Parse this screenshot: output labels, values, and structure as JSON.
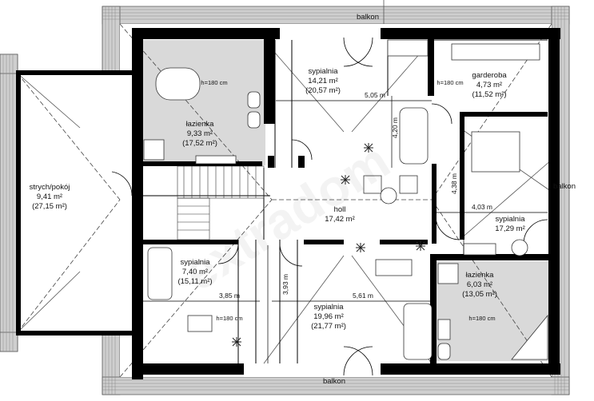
{
  "rooms": {
    "strych": {
      "name": "strych/pokój",
      "area": "9,41 m²",
      "area_total": "(27,15 m²)"
    },
    "lazienka_top": {
      "name": "łazienka",
      "area": "9,33 m²",
      "area_total": "(17,52 m²)"
    },
    "sypialnia_top": {
      "name": "sypialnia",
      "area": "14,21 m²",
      "area_total": "(20,57 m²)"
    },
    "garderoba": {
      "name": "garderoba",
      "area": "4,73 m²",
      "area_total": "(11,52 m²)"
    },
    "holl": {
      "name": "holl",
      "area": "17,42 m²"
    },
    "sypialnia_right": {
      "name": "sypialnia",
      "area": "17,29 m²"
    },
    "sypialnia_left": {
      "name": "sypialnia",
      "area": "7,40 m²",
      "area_total": "(15,11 m²)"
    },
    "sypialnia_bottom": {
      "name": "sypialnia",
      "area": "19,96 m²",
      "area_total": "(21,77 m²)"
    },
    "lazienka_bottom": {
      "name": "łazienka",
      "area": "6,03 m²",
      "area_total": "(13,05 m²)"
    }
  },
  "balconies": {
    "top": "balkon",
    "right": "balkon",
    "bottom": "balkon"
  },
  "dimensions": {
    "d505": "5,05 m",
    "d420": "4,20 m",
    "d438": "4,38 m",
    "d403": "4,03 m",
    "d385": "3,85 m",
    "d393": "3,93 m",
    "d561": "5,61 m"
  },
  "height_marks": {
    "lazienka_top": "h=180 cm",
    "garderoba": "h=180 cm",
    "sypialnia_left": "h=180 cm",
    "lazienka_bottom": "h=180 cm"
  },
  "watermark": "extradom"
}
